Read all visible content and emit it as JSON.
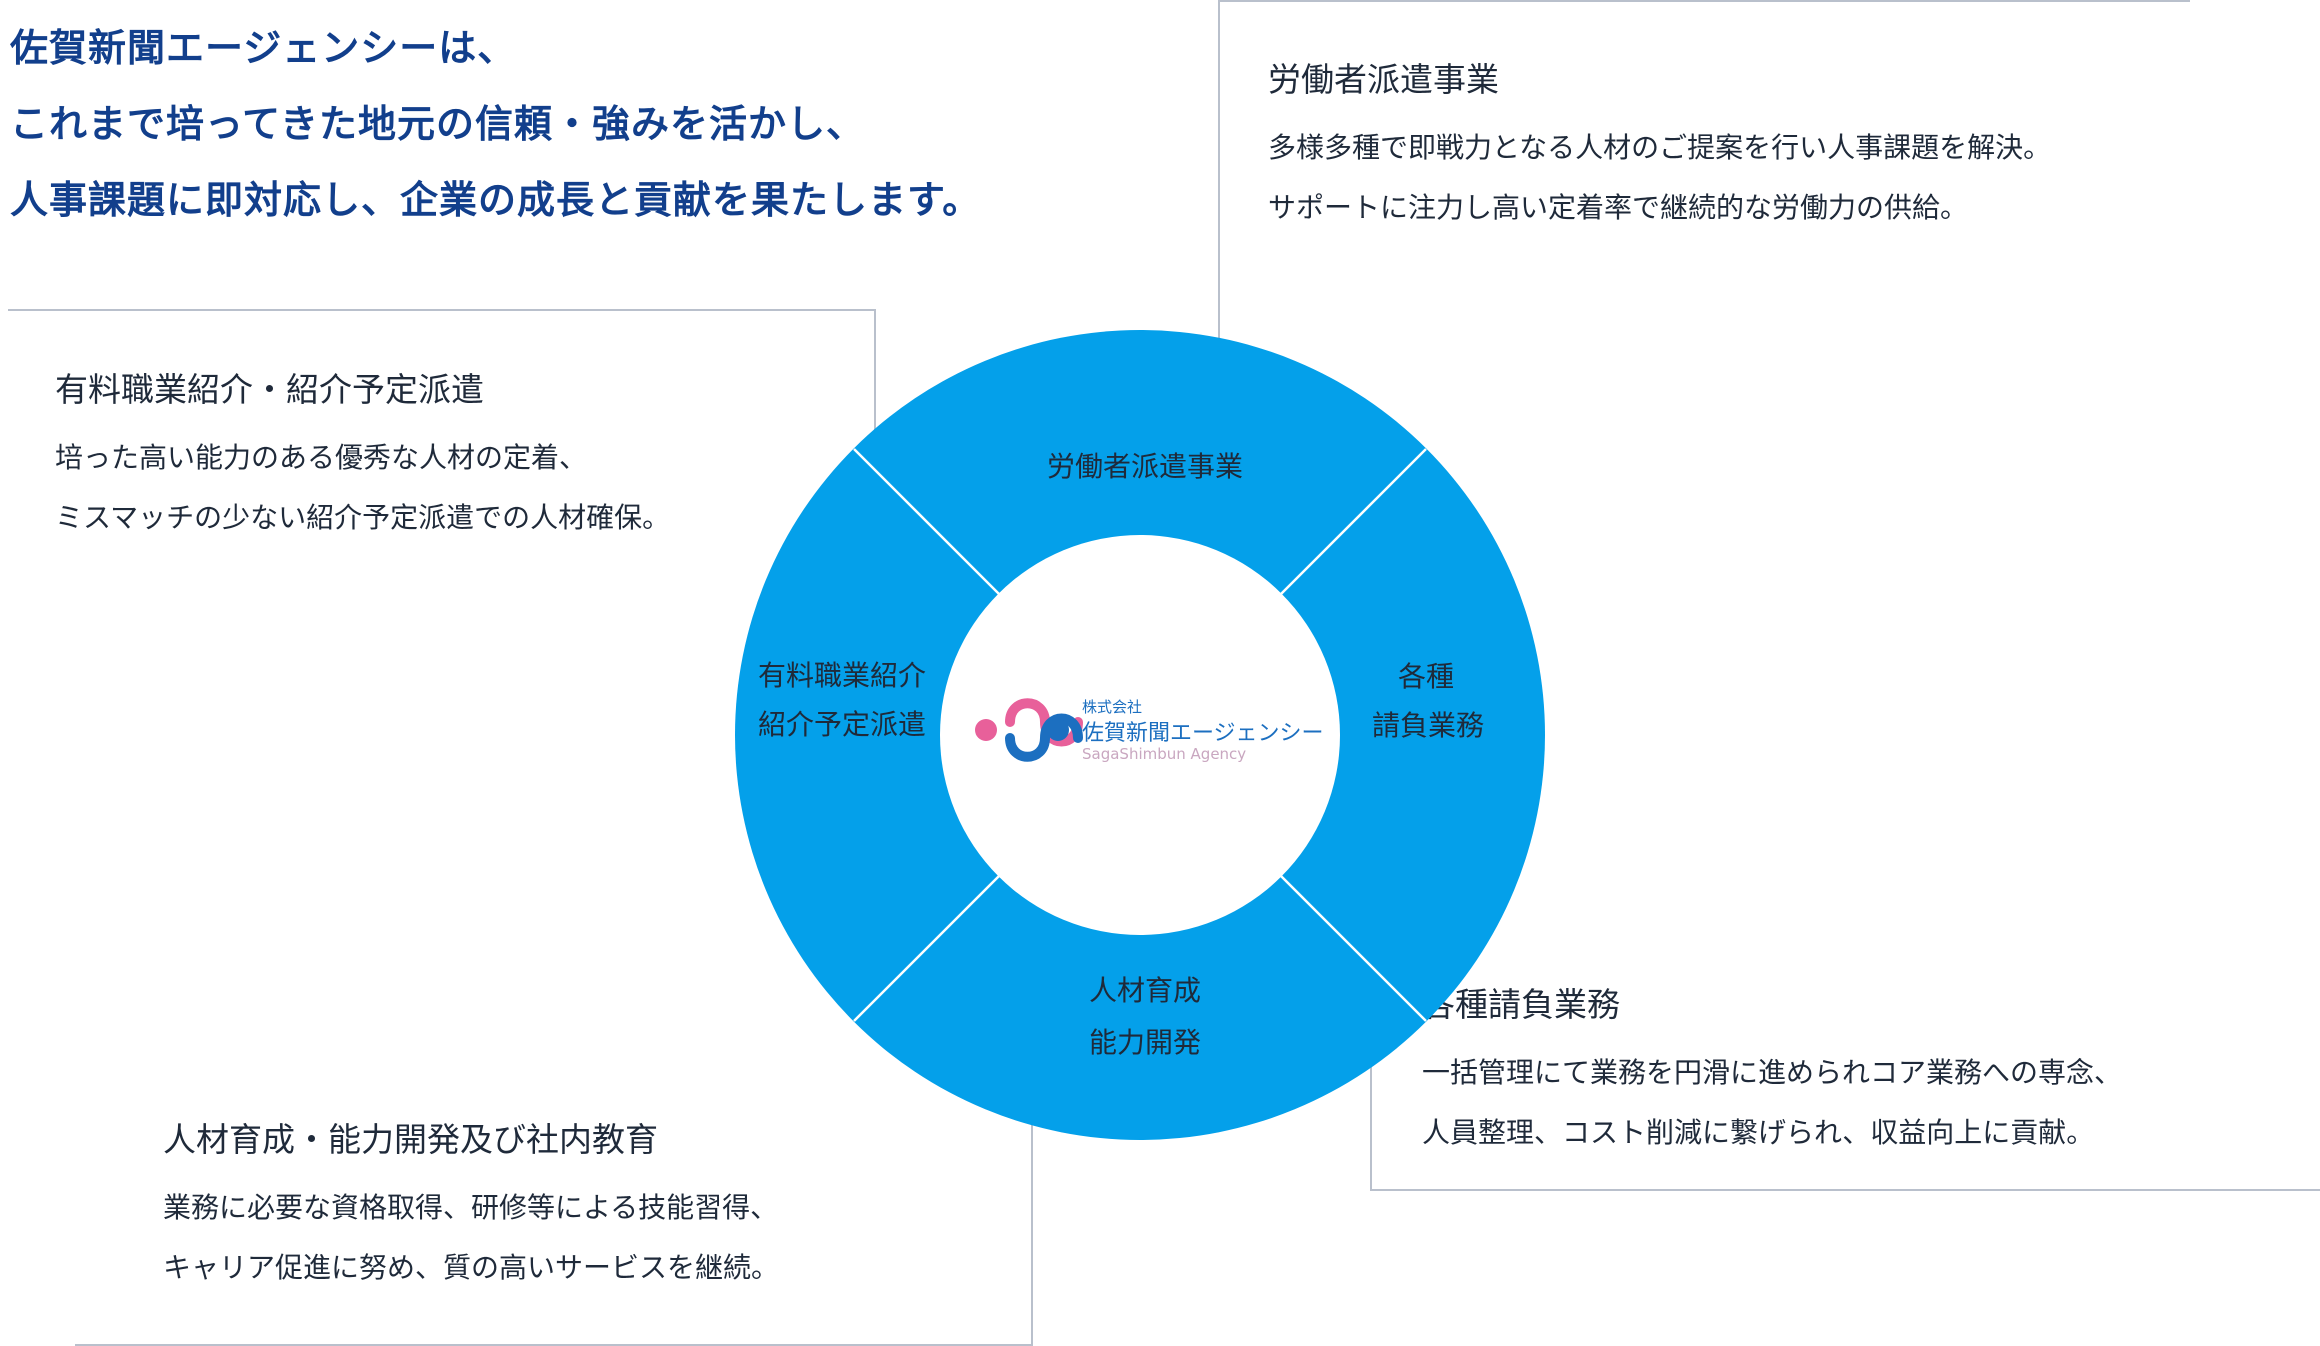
{
  "headline": [
    "佐賀新聞エージェンシーは、",
    "これまで培ってきた地元の信頼・強みを活かし、",
    "人事課題に即対応し、企業の成長と貢献を果たします。"
  ],
  "sections": {
    "dispatch": {
      "title": "労働者派遣事業",
      "lines": [
        "多様多種で即戦力となる人材のご提案を行い人事課題を解決。",
        "サポートに注力し高い定着率で継続的な労働力の供給。"
      ]
    },
    "placement": {
      "title": "有料職業紹介・紹介予定派遣",
      "lines": [
        "培った高い能力のある優秀な人材の定着、",
        "ミスマッチの少ない紹介予定派遣での人材確保。"
      ]
    },
    "contract": {
      "title": "各種請負業務",
      "lines": [
        "一括管理にて業務を円滑に進められコア業務への専念、",
        "人員整理、コスト削減に繋げられ、収益向上に貢献。"
      ]
    },
    "training": {
      "title": "人材育成・能力開発及び社内教育",
      "lines": [
        "業務に必要な資格取得、研修等による技能習得、",
        "キャリア促進に努め、質の高いサービスを継続。"
      ]
    }
  },
  "ring": {
    "top": "労働者派遣事業",
    "right": [
      "各種",
      "請負業務"
    ],
    "bottom": [
      "人材育成",
      "能力開発"
    ],
    "left": [
      "有料職業紹介",
      "紹介予定派遣"
    ],
    "color": "#04a0ea"
  },
  "logo": {
    "small": "株式会社",
    "name": "佐賀新聞エージェンシー",
    "sub": "SagaShimbun Agency",
    "color_pink": "#e8609a",
    "color_blue": "#1c6fc0"
  }
}
